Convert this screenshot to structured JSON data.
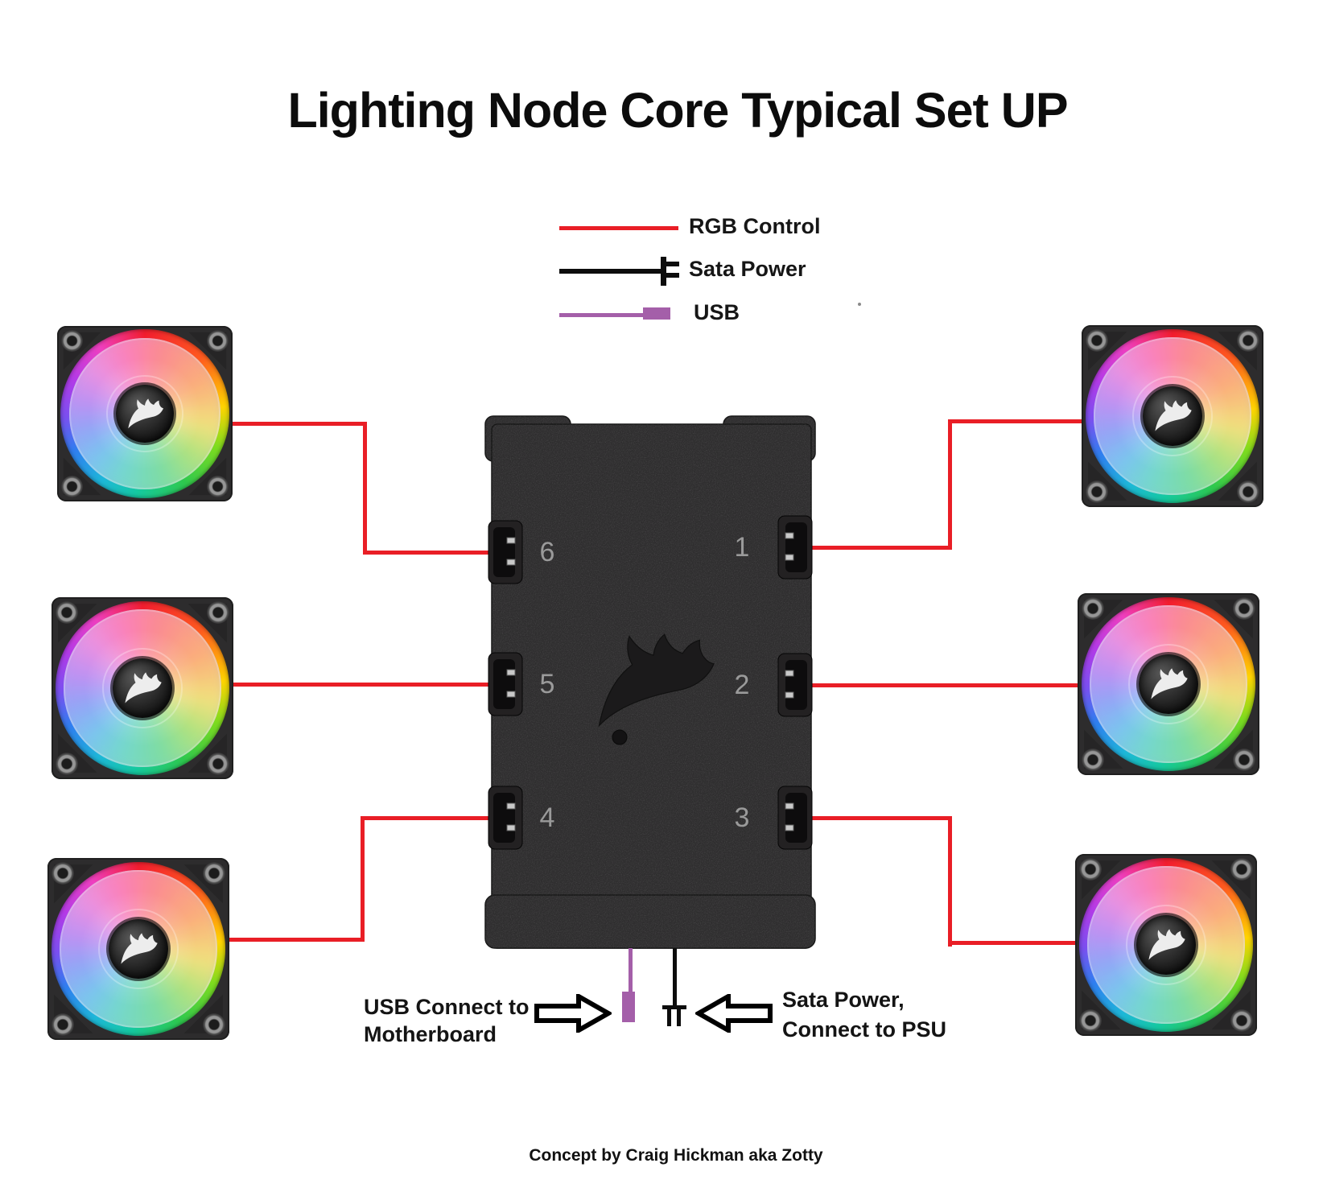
{
  "title": "Lighting Node Core Typical Set UP",
  "legend": {
    "items": [
      {
        "label": "RGB Control",
        "type": "rgb-cable",
        "color": "#e91e26"
      },
      {
        "label": "Sata Power",
        "type": "sata-cable",
        "color": "#0d0d0d"
      },
      {
        "label": "USB",
        "type": "usb-cable",
        "color": "#a45fa9"
      }
    ]
  },
  "controller": {
    "device": "Lighting Node Core",
    "brand_logo": "corsair-sails",
    "left_ports": [
      "6",
      "5",
      "4"
    ],
    "right_ports": [
      "1",
      "2",
      "3"
    ]
  },
  "fans": [
    {
      "id": "top-left",
      "connected_port": "6"
    },
    {
      "id": "middle-left",
      "connected_port": "5"
    },
    {
      "id": "bottom-left",
      "connected_port": "4"
    },
    {
      "id": "top-right",
      "connected_port": "1"
    },
    {
      "id": "middle-right",
      "connected_port": "2"
    },
    {
      "id": "bottom-right",
      "connected_port": "3"
    }
  ],
  "annotations": {
    "usb_line1": "USB Connect to",
    "usb_line2": "Motherboard",
    "sata_line1": "Sata Power,",
    "sata_line2": "Connect to PSU"
  },
  "footer": "Concept by Craig Hickman aka Zotty",
  "colors": {
    "rgb_control": "#e91e26",
    "usb": "#a45fa9",
    "sata": "#0d0d0d",
    "controller_body": "#2f2e2f",
    "port_number": "#9a9a9a"
  }
}
